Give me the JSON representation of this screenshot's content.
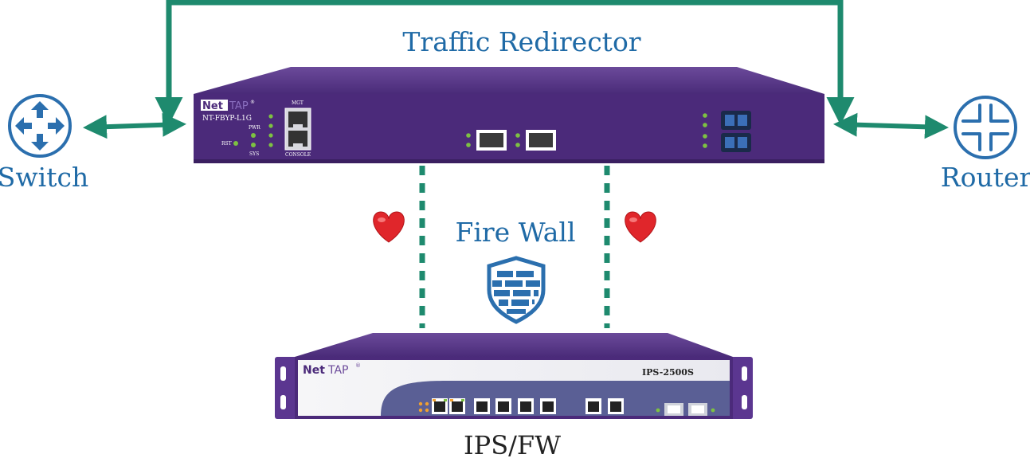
{
  "labels": {
    "traffic_redirector": "Traffic Redirector",
    "switch": "Switch",
    "router": "Router",
    "fire_wall": "Fire Wall",
    "ips_fw": "IPS/FW"
  },
  "redirector": {
    "brand_net": "Net",
    "brand_tap": "TAP",
    "reg_mark": "®",
    "model": "NT-FBYP-L1G",
    "label_mgt": "MGT",
    "label_console": "CONSOLE",
    "label_pwr": "PWR",
    "label_sys": "SYS",
    "label_rst": "RST"
  },
  "ips_device": {
    "brand_net": "Net",
    "brand_tap": "TAP",
    "reg_mark": "®",
    "model": "IPS-2500S"
  },
  "colors": {
    "link_green": "#1e8a6e",
    "device_purple": "#4b2a7a",
    "label_blue": "#1f6aa6",
    "heart_red": "#e0262b",
    "icon_blue": "#2b6fae"
  }
}
